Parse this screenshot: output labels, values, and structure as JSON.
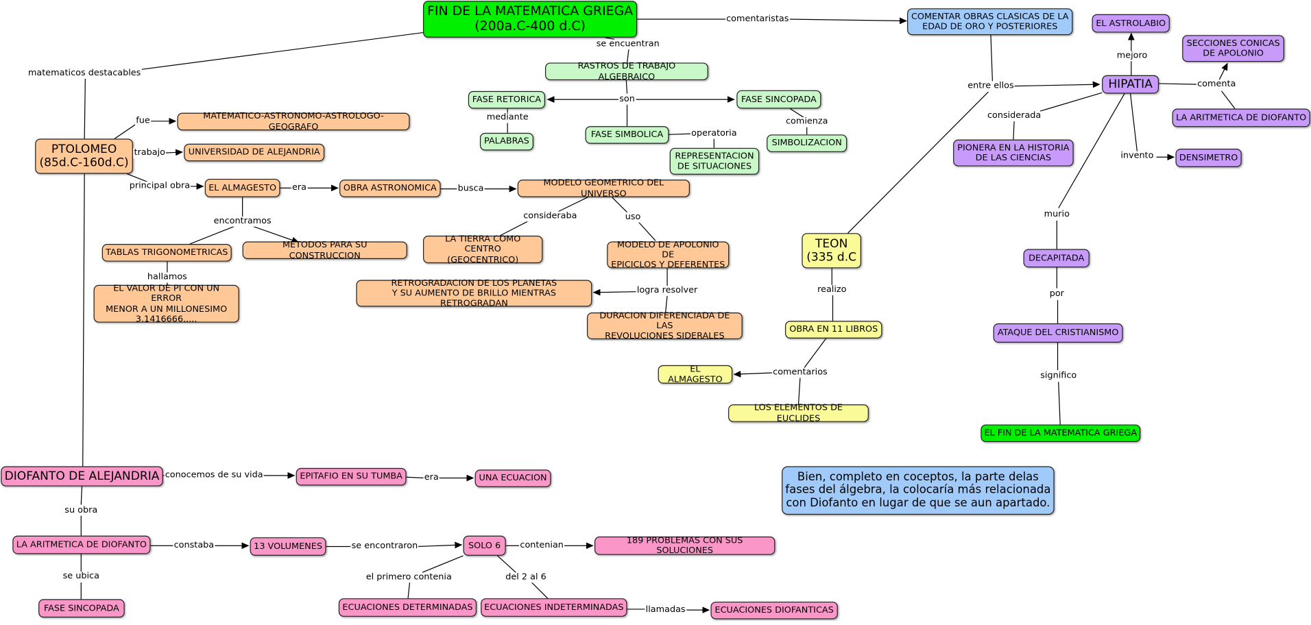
{
  "concept_map": {
    "colors": {
      "title_green": "#00f000",
      "comment_blue": "#a0cafa",
      "algebra_light_green": "#c8f7c8",
      "ptolomeo_orange": "#ffc896",
      "hipatia_purple": "#c89bfa",
      "teon_yellow": "#fafa98",
      "diofanto_pink": "#fa96c8"
    },
    "nodes": {
      "title": "FIN DE LA MATEMATICA GRIEGA\n(200a.C-400 d.C)",
      "comentar_obras": "COMENTAR OBRAS CLASICAS DE LA\nEDAD DE ORO Y POSTERIORES",
      "astrolabio": "EL ASTROLABIO",
      "secciones_conicas": "SECCIONES CONICAS\nDE APOLONIO",
      "hipatia": "HIPATIA",
      "aritmetica_diofanto_h": "LA ARITMETICA DE DIOFANTO",
      "pionera": "PIONERA EN LA HISTORIA\nDE LAS CIENCIAS",
      "densimetro": "DENSIMETRO",
      "decapitada": "DECAPITADA",
      "ataque": "ATAQUE DEL CRISTIANISMO",
      "fin_matematica": "EL FIN DE LA MATEMATICA GRIEGA",
      "rastros": "RASTROS DE TRABAJO ALGEBRAICO",
      "fase_retorica": "FASE RETORICA",
      "fase_sincopada_top": "FASE SINCOPADA",
      "fase_simbolica": "FASE SIMBOLICA",
      "palabras": "PALABRAS",
      "representacion": "REPRESENTACION\nDE SITUACIONES",
      "simbolizacion": "SIMBOLIZACION",
      "ptolomeo": "PTOLOMEO\n(85d.C-160d.C)",
      "matematico_astronomo": "MATEMATICO-ASTRONOMO-ASTROLOGO-GEOGRAFO",
      "universidad": "UNIVERSIDAD DE ALEJANDRIA",
      "almagesto": "EL ALMAGESTO",
      "obra_astronomica": "OBRA ASTRONOMICA",
      "modelo_geometrico": "MODELO GEOMETRICO DEL UNIVERSO",
      "tablas": "TABLAS TRIGONOMETRICAS",
      "metodos": "METODOS PARA SU CONSTRUCCION",
      "tierra_centro": "LA TIERRA COMO CENTRO\n(GEOCENTRICO)",
      "modelo_apolonio": "MODELO DE APOLONIO DE\nEPICICLOS Y DEFERENTES",
      "valor_pi": "EL VALOR DE PI CON UN ERROR\nMENOR A UN MILLONESIMO\n3.1416666.....",
      "retrogradacion": "RETROGRADACION DE LOS PLANETAS\nY SU AUMENTO DE BRILLO MIENTRAS RETROGRADAN",
      "duracion": "DURACION DIFERENCIADA DE LAS\nREVOLUCIONES SIDERALES",
      "teon": "TEON\n(335 d.C",
      "obra_11": "OBRA EN 11 LIBROS",
      "almagesto_t": "EL ALMAGESTO",
      "elementos_euclides": "LOS ELEMENTOS DE EUCLIDES",
      "diofanto": "DIOFANTO DE ALEJANDRIA",
      "epitafio": "EPITAFIO EN SU TUMBA",
      "una_ecuacion": "UNA ECUACION",
      "aritmetica_diofanto": "LA ARITMETICA DE DIOFANTO",
      "trece_volumenes": "13 VOLUMENES",
      "solo_6": "SOLO 6",
      "problemas_189": "189 PROBLEMAS CON SUS SOLUCIONES",
      "fase_sincopada_bottom": "FASE SINCOPADA",
      "ec_determinadas": "ECUACIONES DETERMINADAS",
      "ec_indeterminadas": "ECUACIONES INDETERMINADAS",
      "ec_diofanticas": "ECUACIONES DIOFANTICAS",
      "feedback": "Bien, completo en coceptos, la parte delas\nfases del álgebra, la colocaría más relacionada\ncon  Diofanto en lugar de que se aun apartado."
    },
    "labels": {
      "comentaristas": "comentaristas",
      "se_encuentran": "se encuentran",
      "matematicos_destacables": "matematicos destacables",
      "mejoro": "mejoro",
      "entre_ellos": "entre ellos",
      "comenta": "comenta",
      "considerada": "considerada",
      "invento": "invento",
      "murio": "murio",
      "por": "por",
      "significo": "significo",
      "son": "son",
      "mediante": "mediante",
      "operatoria": "operatoria",
      "comienza": "comienza",
      "fue": "fue",
      "trabajo": "trabajo",
      "principal_obra": "principal obra",
      "era": "era",
      "busca": "busca",
      "encontramos": "encontramos",
      "consideraba": "consideraba",
      "uso": "uso",
      "hallamos": "hallamos",
      "logra_resolver": "logra resolver",
      "realizo": "realizo",
      "comentarios": "comentarios",
      "conocemos_de_su_vida": "conocemos de su vida",
      "era_ecuacion": "era",
      "su_obra": "su obra",
      "constaba": "constaba",
      "se_encontraron": "se encontraron",
      "contenian": "contenian",
      "se_ubica": "se ubica",
      "el_primero_contenia": "el primero contenia",
      "del_2_al_6": "del 2 al 6",
      "llamadas": "llamadas"
    }
  }
}
